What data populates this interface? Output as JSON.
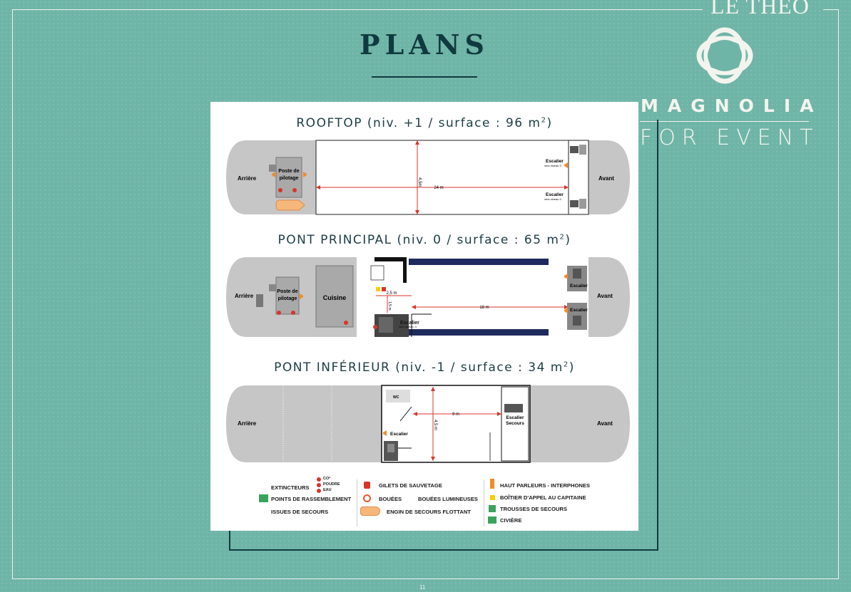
{
  "brand": {
    "top": "LE THÉO",
    "name": "MAGNOLIA",
    "sub": "FOR EVENT"
  },
  "page": {
    "title": "PLANS",
    "number": "11"
  },
  "decks": {
    "rooftop": {
      "title": "ROOFTOP (niv. +1 / surface : 96 m",
      "title_sup": "2",
      "title_end": ")",
      "stern": "Arrière",
      "bow": "Avant",
      "helm": [
        "Poste de",
        "pilotage"
      ],
      "length": "24 m",
      "width": "4,5m",
      "stair_top": "Escalier",
      "stair_top_sub": "vers niveau 0",
      "stair_bottom": "Escalier",
      "stair_bottom_sub": "vers niveau 0"
    },
    "main": {
      "title": "PONT PRINCIPAL (niv. 0 / surface : 65 m",
      "title_sup": "2",
      "title_end": ")",
      "stern": "Arrière",
      "bow": "Avant",
      "helm": [
        "Poste de",
        "pilotage"
      ],
      "kitchen": "Cuisine",
      "dim_small_w": "2,5 m",
      "dim_small_h": "1,5 m",
      "length": "18 m",
      "stair_center": "Escalier",
      "stair_center_sub": "vers niveau -1",
      "stair_top": "Escalier",
      "stair_bottom": "Escalier"
    },
    "lower": {
      "title": "PONT INFÉRIEUR (niv. -1 / surface : 34 m",
      "title_sup": "2",
      "title_end": ")",
      "stern": "Arrière",
      "bow": "Avant",
      "wc": "WC",
      "length": "9 m",
      "width": "4,5 m",
      "stair": "Escalier",
      "stair_emergency": [
        "Escalier",
        "Secours"
      ]
    }
  },
  "legend": {
    "extinguishers": "EXTINCTEURS",
    "ext_types": [
      "CO²",
      "POUDRE",
      "EAU"
    ],
    "assembly": "POINTS DE RASSEMBLEMENT",
    "exits": "ISSUES DE SECOURS",
    "life_vests": "GILETS DE SAUVETAGE",
    "buoys": "BOUÉES",
    "light_buoys": "BOUÉES LUMINEUSES",
    "float_device": "ENGIN DE SECOURS FLOTTANT",
    "speakers": "HAUT PARLEURS - INTERPHONES",
    "captain_call": "BOÎTIER D'APPEL AU CAPITAINE",
    "first_aid": "TROUSSES DE SECOURS",
    "stretcher": "CIVIÈRE"
  },
  "colors": {
    "teal_bg": "#6fb5a7",
    "navy": "#103a40",
    "deck_grey": "#c6c6c6",
    "red": "#d9342b",
    "orange": "#f28c28",
    "peach": "#f6b77b",
    "green": "#3aa35b",
    "yellow": "#f4d000",
    "dark_blue": "#1f2a5c"
  }
}
